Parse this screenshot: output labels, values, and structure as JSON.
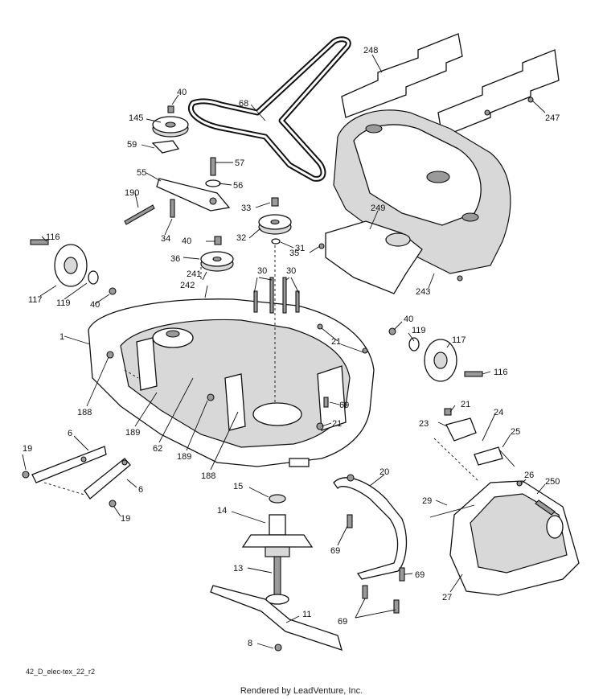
{
  "diagram": {
    "reference_code": "42_D_elec-tex_22_r2",
    "footer": "Rendered by LeadVenture, Inc.",
    "callouts": {
      "c248": "248",
      "c247": "247",
      "c68": "68",
      "c40a": "40",
      "c145": "145",
      "c59": "59",
      "c57": "57",
      "c55": "55",
      "c56": "56",
      "c190": "190",
      "c34": "34",
      "c33": "33",
      "c32": "32",
      "c31": "31",
      "c35": "35",
      "c249": "249",
      "c243": "243",
      "c116a": "116",
      "c117a": "117",
      "c119a": "119",
      "c40b": "40",
      "c40c": "40",
      "c36": "36",
      "c241": "241",
      "c242": "242",
      "c30a": "30",
      "c30b": "30",
      "c1": "1",
      "c21a": "21",
      "c40d": "40",
      "c119b": "119",
      "c117b": "117",
      "c116b": "116",
      "c188a": "188",
      "c189a": "189",
      "c62": "62",
      "c189b": "189",
      "c188b": "188",
      "c69a": "69",
      "c21b": "21",
      "c21c": "21",
      "c24": "24",
      "c23": "23",
      "c25": "25",
      "c19a": "19",
      "c6a": "6",
      "c6b": "6",
      "c19b": "19",
      "c15": "15",
      "c14": "14",
      "c20": "20",
      "c26": "26",
      "c250": "250",
      "c29": "29",
      "c69b": "69",
      "c13": "13",
      "c69c": "69",
      "c27": "27",
      "c11": "11",
      "c69d": "69",
      "c8": "8"
    }
  }
}
